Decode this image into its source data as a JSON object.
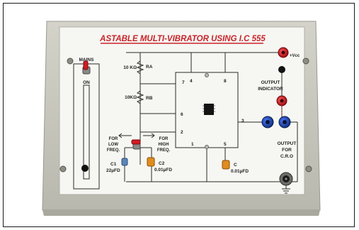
{
  "board": {
    "title": "ASTABLE MULTI-VIBRATOR USING I.C 555",
    "mains_label": "MAINS",
    "on_label": "ON",
    "ra_value": "10 KΩ",
    "ra_label": "RA",
    "rb_value": "10KΩ",
    "rb_label": "RB",
    "pins": [
      "7",
      "4",
      "8",
      "6",
      "2",
      "3",
      "1",
      "5"
    ],
    "vcc_label": "+Vcc",
    "output_indicator": [
      "OUTPUT",
      "INDICATOR"
    ],
    "low_freq": [
      "FOR",
      "LOW",
      "FREQ."
    ],
    "high_freq": [
      "FOR",
      "HIGH",
      "FREQ."
    ],
    "c1_label": "C1",
    "c1_value": "22µFD",
    "c2_label": "C2",
    "c2_value": "0.01µFD",
    "c_label": "C",
    "c_value": "0.01µFD",
    "output_cro": [
      "OUTPUT",
      "FOR",
      "C.R.O"
    ]
  },
  "colors": {
    "title_red": "#c8242a",
    "panel_white": "#f6f6f2",
    "enclosure": "#c9c8bf",
    "trace": "#2a2a2a",
    "socket_red": "#c8121e",
    "socket_blue": "#1d3fa8"
  }
}
